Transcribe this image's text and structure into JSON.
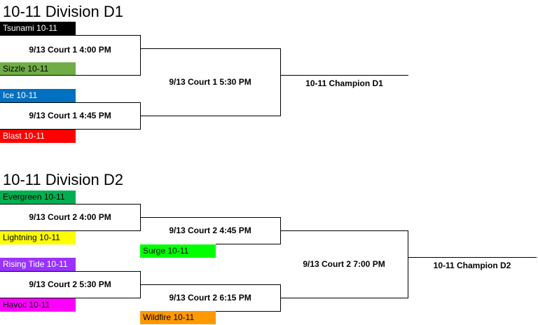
{
  "divisions": [
    {
      "title": "10-11 Division D1",
      "teams": [
        {
          "name": "Tsunami 10-11",
          "color": "#000000",
          "text_color": "#ffffff"
        },
        {
          "name": "Sizzle 10-11",
          "color": "#70ad47",
          "text_color": "#000000"
        },
        {
          "name": "Ice 10-11",
          "color": "#0070c0",
          "text_color": "#ffffff"
        },
        {
          "name": "Blast 10-11",
          "color": "#ff0000",
          "text_color": "#ffffff"
        }
      ],
      "games": [
        "9/13 Court 1 4:00 PM",
        "9/13 Court 1 4:45 PM",
        "9/13 Court 1 5:30 PM"
      ],
      "champion": "10-11 Champion D1"
    },
    {
      "title": "10-11 Division D2",
      "teams": [
        {
          "name": "Evergreen 10-11",
          "color": "#00b050",
          "text_color": "#000000"
        },
        {
          "name": "Lightning 10-11",
          "color": "#ffff00",
          "text_color": "#000000"
        },
        {
          "name": "Rising Tide 10-11",
          "color": "#9933ff",
          "text_color": "#ffffff"
        },
        {
          "name": "Havoc 10-11",
          "color": "#ff00ff",
          "text_color": "#000000"
        },
        {
          "name": "Surge 10-11",
          "color": "#00ff00",
          "text_color": "#000000"
        },
        {
          "name": "Wildfire 10-11",
          "color": "#ff9900",
          "text_color": "#000000"
        }
      ],
      "games": [
        "9/13 Court 2 4:00 PM",
        "9/13 Court 2 5:30 PM",
        "9/13 Court 2 4:45 PM",
        "9/13 Court 2 6:15 PM",
        "9/13 Court 2 7:00 PM"
      ],
      "champion": "10-11 Champion D2"
    }
  ]
}
